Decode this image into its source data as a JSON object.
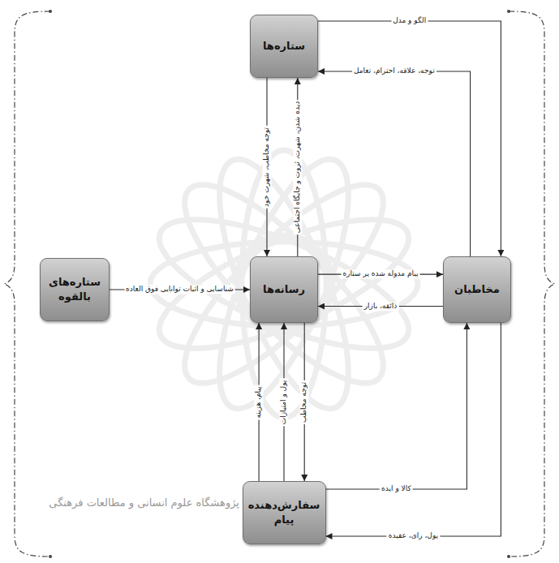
{
  "diagram": {
    "nodes": [
      {
        "text": [
          "ستاره‌ها"
        ]
      },
      {
        "text": [
          "ستاره‌های بالقوه"
        ]
      },
      {
        "text": [
          "رسانه‌ها"
        ]
      },
      {
        "text": [
          "مخاطبان"
        ]
      },
      {
        "text": [
          "سفارش‌دهنده پیام"
        ]
      }
    ],
    "edges": [
      {
        "from": 0,
        "to": 3,
        "label": "الگو و مدل",
        "arrow": "to"
      },
      {
        "from": 3,
        "to": 0,
        "label": "توجه، علاقه، احترام، تعامل",
        "arrow": "to"
      },
      {
        "from": 0,
        "to": 2,
        "label": "توجه مخاطب، شهرت خود",
        "arrow": "to"
      },
      {
        "from": 2,
        "to": 0,
        "label": "دیده شدن، شهرت، ثروت و جایگاه اجتماعی",
        "arrow": "to"
      },
      {
        "from": 2,
        "to": 3,
        "label": "پیام مدوله شده پر ستاره",
        "arrow": "to"
      },
      {
        "from": 3,
        "to": 2,
        "label": "ذائقه، بازار",
        "arrow": "to"
      },
      {
        "from": 1,
        "to": 2,
        "label": "شناسایی و اثبات توانایی فوق العاده",
        "arrow": "to"
      },
      {
        "from": 4,
        "to": 2,
        "label": "پیام، هزینه",
        "arrow": "to"
      },
      {
        "from": 4,
        "to": 2,
        "label": "پول و امتیازات",
        "arrow": "to"
      },
      {
        "from": 2,
        "to": 4,
        "label": "توجه مخاطب",
        "arrow": "to"
      },
      {
        "from": 4,
        "to": 3,
        "label": "کالا و ایده",
        "arrow": "to"
      },
      {
        "from": 3,
        "to": 4,
        "label": "پول، رای، عقیده",
        "arrow": "to"
      }
    ],
    "labels": [
      "پژوهشگاه علوم انسانی و مطالعات فرهنگی"
    ]
  }
}
